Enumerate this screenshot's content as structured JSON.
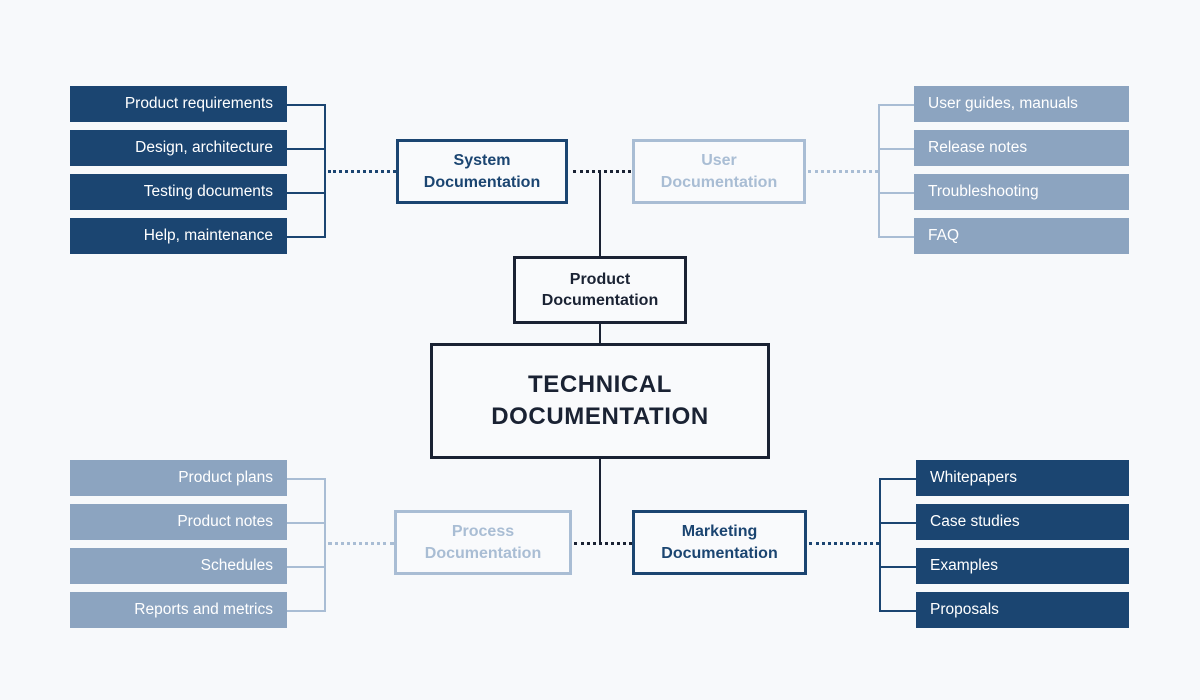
{
  "diagram": {
    "title": "Technical Documentation taxonomy",
    "background_color": "#f7f9fb",
    "colors": {
      "navy": "#1b4571",
      "mid_blue_gray": "#8ca4c0",
      "pale_blue_gray": "#a9bdd4",
      "ink": "#1a2233",
      "chip_text": "#ffffff"
    }
  },
  "root": {
    "line1": "TECHNICAL",
    "line2": "DOCUMENTATION"
  },
  "product_node": {
    "line1": "Product",
    "line2": "Documentation"
  },
  "branches": {
    "system": {
      "line1": "System",
      "line2": "Documentation",
      "style": "navy",
      "items": [
        "Product requirements",
        "Design, architecture",
        "Testing documents",
        "Help, maintenance"
      ]
    },
    "user": {
      "line1": "User",
      "line2": "Documentation",
      "style": "pale",
      "items": [
        "User guides, manuals",
        "Release notes",
        "Troubleshooting",
        "FAQ"
      ]
    },
    "process": {
      "line1": "Process",
      "line2": "Documentation",
      "style": "pale",
      "items": [
        "Product plans",
        "Product notes",
        "Schedules",
        "Reports and metrics"
      ]
    },
    "marketing": {
      "line1": "Marketing",
      "line2": "Documentation",
      "style": "navy",
      "items": [
        "Whitepapers",
        "Case studies",
        "Examples",
        "Proposals"
      ]
    }
  }
}
